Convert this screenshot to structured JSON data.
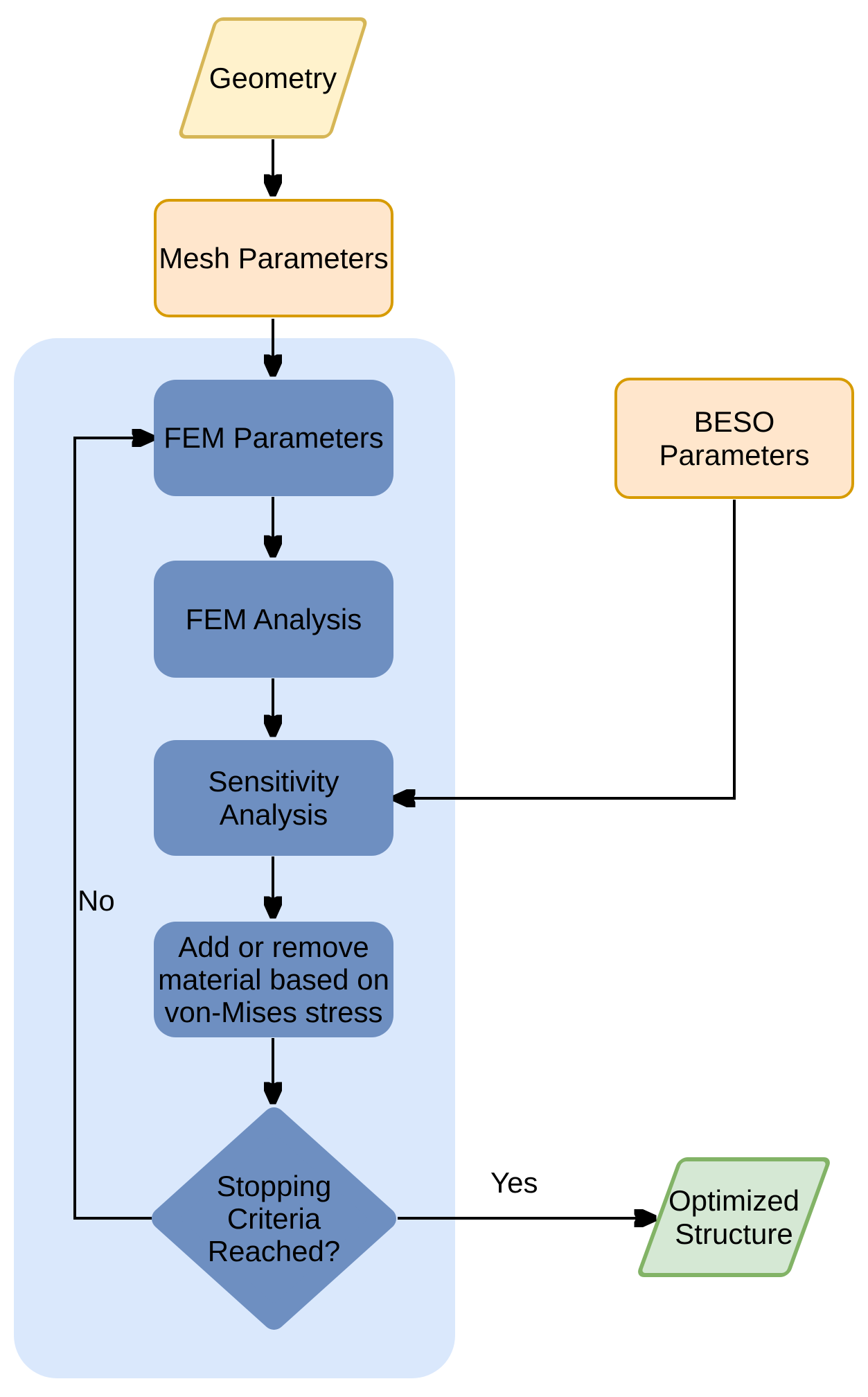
{
  "diagram": {
    "kind": "flowchart",
    "description": "BESO optimization loop flowchart"
  },
  "colors": {
    "background": "#ffffff",
    "loop_container_fill": "#dae8fc",
    "process_fill": "#6e8fc1",
    "io_input_fill": "#fff2cc",
    "io_input_stroke": "#d6b656",
    "parameter_fill": "#ffe6cc",
    "parameter_stroke": "#d79b00",
    "output_fill": "#d5e8d4",
    "output_stroke": "#82b366",
    "edge_stroke": "#000000",
    "label_text": "#000000"
  },
  "nodes": {
    "geometry": {
      "label": "Geometry",
      "shape": "parallelogram"
    },
    "mesh_parameters": {
      "label": "Mesh Parameters",
      "shape": "rounded-rect"
    },
    "fem_parameters": {
      "label": "FEM Parameters",
      "shape": "rounded-rect"
    },
    "fem_analysis": {
      "label": "FEM Analysis",
      "shape": "rounded-rect"
    },
    "sensitivity_analysis": {
      "label": [
        "Sensitivity",
        "Analysis"
      ],
      "shape": "rounded-rect"
    },
    "add_remove_material": {
      "label": [
        "Add or remove",
        "material based on",
        "von-Mises stress"
      ],
      "shape": "rounded-rect"
    },
    "stopping_criteria": {
      "label": [
        "Stopping",
        "Criteria",
        "Reached?"
      ],
      "shape": "diamond"
    },
    "beso_parameters": {
      "label": "BESO Parameters",
      "shape": "rounded-rect"
    },
    "optimized_structure": {
      "label": [
        "Optimized",
        "Structure"
      ],
      "shape": "parallelogram"
    }
  },
  "edges": {
    "geometry_to_mesh": {
      "from": "geometry",
      "to": "mesh_parameters",
      "label": ""
    },
    "mesh_to_fem_parameters": {
      "from": "mesh_parameters",
      "to": "fem_parameters",
      "label": ""
    },
    "fem_parameters_to_fem_analysis": {
      "from": "fem_parameters",
      "to": "fem_analysis",
      "label": ""
    },
    "fem_analysis_to_sensitivity": {
      "from": "fem_analysis",
      "to": "sensitivity_analysis",
      "label": ""
    },
    "sensitivity_to_add_remove": {
      "from": "sensitivity_analysis",
      "to": "add_remove_material",
      "label": ""
    },
    "add_remove_to_stopping": {
      "from": "add_remove_material",
      "to": "stopping_criteria",
      "label": ""
    },
    "stopping_to_fem_parameters": {
      "from": "stopping_criteria",
      "to": "fem_parameters",
      "label": "No"
    },
    "stopping_to_optimized": {
      "from": "stopping_criteria",
      "to": "optimized_structure",
      "label": "Yes"
    },
    "beso_to_sensitivity": {
      "from": "beso_parameters",
      "to": "sensitivity_analysis",
      "label": ""
    }
  }
}
